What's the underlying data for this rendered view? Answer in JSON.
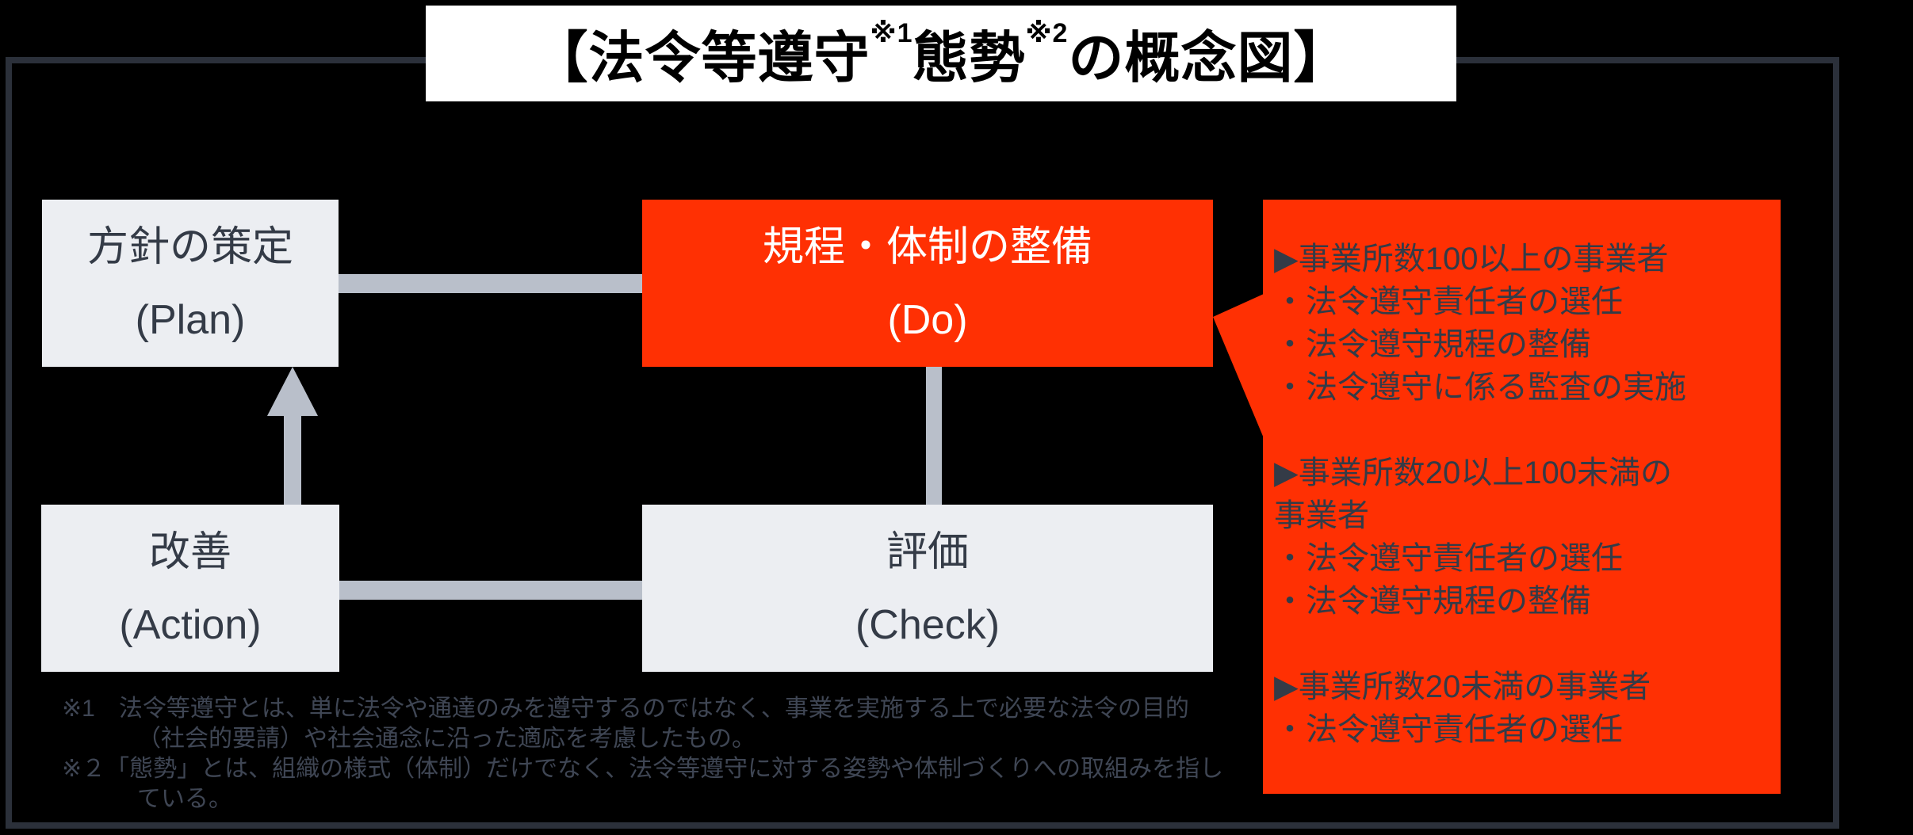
{
  "title": {
    "prefix": "【法令等遵守",
    "sup1": "※1",
    "mid": "態勢",
    "sup2": "※2",
    "suffix": "の概念図】"
  },
  "pdca": {
    "plan": {
      "label": "方針の策定",
      "sub": "(Plan)"
    },
    "do": {
      "label": "規程・体制の整備",
      "sub": "(Do)"
    },
    "check": {
      "label": "評価",
      "sub": "(Check)"
    },
    "action": {
      "label": "改善",
      "sub": "(Action)"
    }
  },
  "callout": {
    "groups": [
      {
        "lines": [
          "▶事業所数100以上の事業者",
          "・法令遵守責任者の選任",
          "・法令遵守規程の整備",
          "・法令遵守に係る監査の実施"
        ]
      },
      {
        "lines": [
          "▶事業所数20以上100未満の",
          "事業者",
          "・法令遵守責任者の選任",
          "・法令遵守規程の整備"
        ]
      },
      {
        "lines": [
          "▶事業所数20未満の事業者",
          "・法令遵守責任者の選任"
        ]
      }
    ]
  },
  "footnotes": {
    "line1": "※1　法令等遵守とは、単に法令や通達のみを遵守するのではなく、事業を実施する上で必要な法令の目的",
    "line2": "（社会的要請）や社会通念に沿った適応を考慮したもの。",
    "line3": "※２「態勢」とは、組織の様式（体制）だけでなく、法令等遵守に対する姿勢や体制づくりへの取組みを指し",
    "line4": "ている。"
  },
  "colors": {
    "accent_red": "#ff3003",
    "box_fill": "#eceef2",
    "dark_text": "#343b47",
    "connector_gray": "#b9bfca",
    "frame_border": "#2b303a",
    "title_bg": "#ffffff",
    "title_text": "#000000",
    "do_text": "#ffffff"
  }
}
